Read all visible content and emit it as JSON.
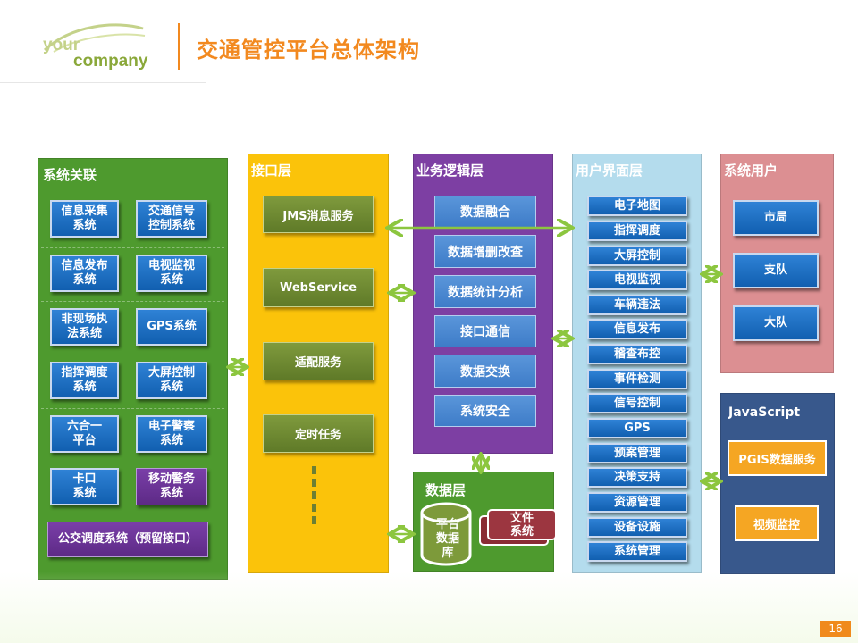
{
  "header": {
    "logo_word1": "your",
    "logo_word2": "company",
    "title": "交通管控平台总体架构"
  },
  "columns": {
    "system_link": {
      "title": "系统关联",
      "items": [
        "信息采集\n系统",
        "交通信号\n控制系统",
        "信息发布\n系统",
        "电视监视\n系统",
        "非现场执\n法系统",
        "GPS系统",
        "指挥调度\n系统",
        "大屏控制\n系统",
        "六合一\n平台",
        "电子警察\n系统",
        "卡口\n系统",
        "移动警务\n系统"
      ],
      "bottom_item": "公交调度系统（预留接口）"
    },
    "interface": {
      "title": "接口层",
      "items": [
        "JMS消息服务",
        "WebService",
        "适配服务",
        "定时任务"
      ]
    },
    "business": {
      "title": "业务逻辑层",
      "items": [
        "数据融合",
        "数据增删改查",
        "数据统计分析",
        "接口通信",
        "数据交换",
        "系统安全"
      ]
    },
    "data": {
      "title": "数据层",
      "db": "平台\n数据\n库",
      "files": "文件\n系统"
    },
    "ui": {
      "title": "用户界面层",
      "items": [
        "电子地图",
        "指挥调度",
        "大屏控制",
        "电视监视",
        "车辆违法",
        "信息发布",
        "稽查布控",
        "事件检测",
        "信号控制",
        "GPS",
        "预案管理",
        "决策支持",
        "资源管理",
        "设备设施",
        "系统管理"
      ]
    },
    "users": {
      "title": "系统用户",
      "items": [
        "市局",
        "支队",
        "大队"
      ]
    },
    "js": {
      "title": "JavaScript",
      "items": [
        "PGIS数据服务",
        "视频监控"
      ]
    }
  },
  "footer": {
    "page": "16"
  },
  "colors": {
    "green": "#4e9a2e",
    "yellow": "#fbc30a",
    "purple": "#7d3fa3",
    "lightblue": "#b4dced",
    "pink": "#dc8f92",
    "navy": "#38588c",
    "accent": "#f2891f",
    "arrow": "#8cc63f"
  }
}
